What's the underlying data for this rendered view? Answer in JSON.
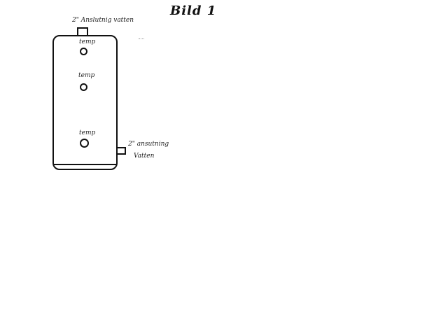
{
  "title": "Bild 1",
  "tank": {
    "top_connection_label": "2\" Anslutnig vatten",
    "side_connection": {
      "line1": "2\" ansutning",
      "line2": "Vatten"
    },
    "sensors": [
      {
        "label": "temp"
      },
      {
        "label": "temp"
      },
      {
        "label": "temp"
      }
    ]
  }
}
